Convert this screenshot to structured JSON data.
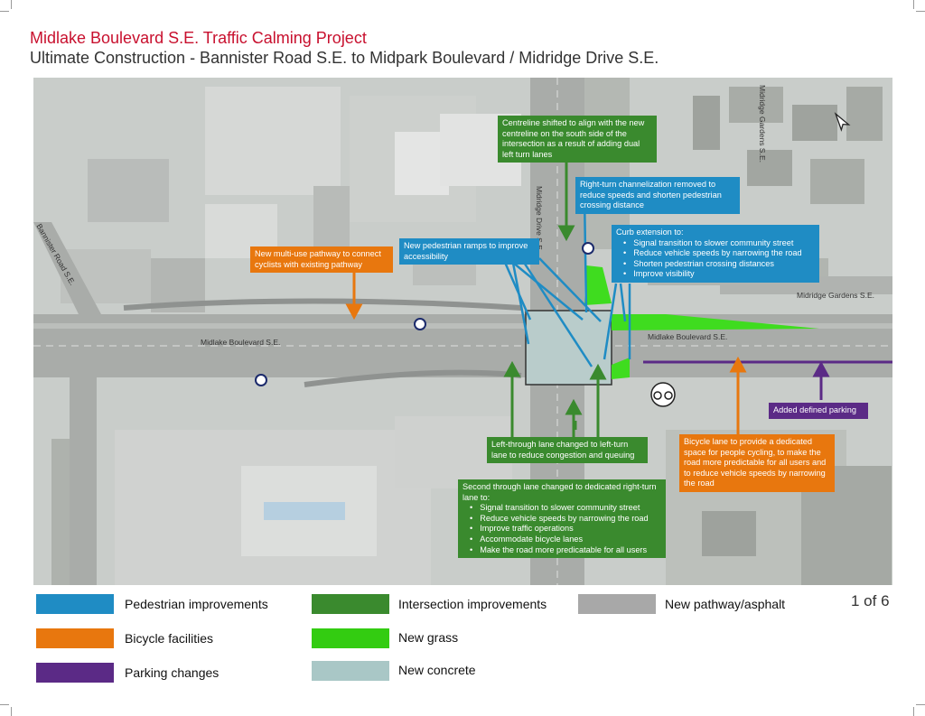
{
  "title": "Midlake Boulevard S.E. Traffic Calming Project",
  "subtitle": "Ultimate Construction - Bannister Road S.E. to Midpark Boulevard / Midridge Drive S.E.",
  "page_number": "1 of 6",
  "streets": {
    "midlake_west": "Midlake Boulevard S.E.",
    "midlake_east": "Midlake Boulevard S.E.",
    "bannister": "Bannister Road S.E.",
    "midridge_drive": "Midridge Drive S.E.",
    "midridge_gardens_north": "Midridge Gardens S.E.",
    "midridge_gardens_east": "Midridge Gardens S.E."
  },
  "callouts": {
    "centreline": "Centreline shifted to align with the new centreline on the south side of the intersection as a result of adding dual left turn lanes",
    "right_turn": "Right-turn channelization removed to reduce speeds and shorten pedestrian crossing distance",
    "curb_ext_title": "Curb extension to:",
    "curb_ext_items": [
      "Signal transition to slower community street",
      "Reduce vehicle speeds by narrowing the road",
      "Shorten pedestrian crossing distances",
      "Improve visibility"
    ],
    "ped_ramps": "New pedestrian ramps to improve accessibility",
    "multi_use": "New multi-use pathway to connect cyclists with existing pathway",
    "parking": "Added defined parking",
    "bike_lane": "Bicycle lane to provide a dedicated space for people cycling, to make the road more predictable for all users and to reduce vehicle speeds by narrowing the road",
    "left_through": "Left-through lane changed to left-turn lane to reduce congestion and queuing",
    "second_through_title": "Second through lane changed to dedicated right-turn lane to:",
    "second_through_items": [
      "Signal transition to slower community street",
      "Reduce vehicle speeds by narrowing the road",
      "Improve traffic operations",
      "Accommodate bicycle lanes",
      "Make the road more predicatable for all users"
    ]
  },
  "legend": [
    {
      "label": "Pedestrian improvements",
      "color": "#1f8cc4"
    },
    {
      "label": "Bicycle facilities",
      "color": "#e8770e"
    },
    {
      "label": "Parking changes",
      "color": "#5b2a86"
    },
    {
      "label": "Intersection improvements",
      "color": "#3a8a2e"
    },
    {
      "label": "New grass",
      "color": "#33cc11"
    },
    {
      "label": "New concrete",
      "color": "#a9c7c6"
    },
    {
      "label": "New pathway/asphalt",
      "color": "#a8a8a8"
    }
  ]
}
